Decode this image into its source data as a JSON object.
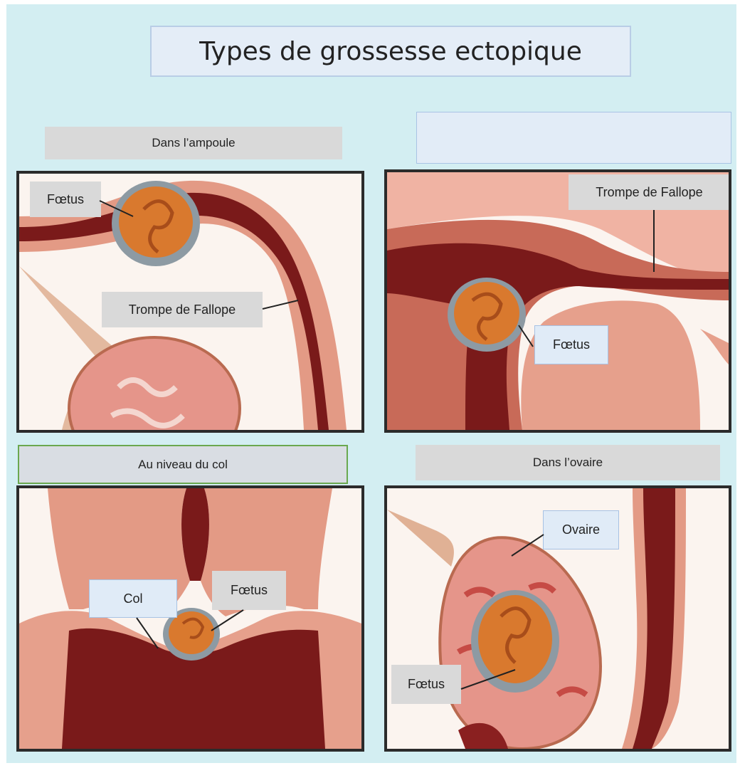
{
  "title": "Types de grossesse ectopique",
  "captions": {
    "ampoule": "Dans l’ampoule",
    "top_right": "",
    "col": "Au niveau du col",
    "ovaire": "Dans l’ovaire"
  },
  "panel_ampoule": {
    "foetus": "Fœtus",
    "trompe": "Trompe de Fallope"
  },
  "panel_trompe": {
    "trompe": "Trompe de Fallope",
    "foetus": "Fœtus"
  },
  "panel_col": {
    "col": "Col",
    "foetus": "Fœtus"
  },
  "panel_ovaire": {
    "ovaire": "Ovaire",
    "foetus": "Fœtus"
  },
  "colors": {
    "tube_dark": "#7a1a1a",
    "tissue_pink": "#e49a86",
    "fetus_orange": "#d9792e",
    "background": "#d3eef2"
  }
}
